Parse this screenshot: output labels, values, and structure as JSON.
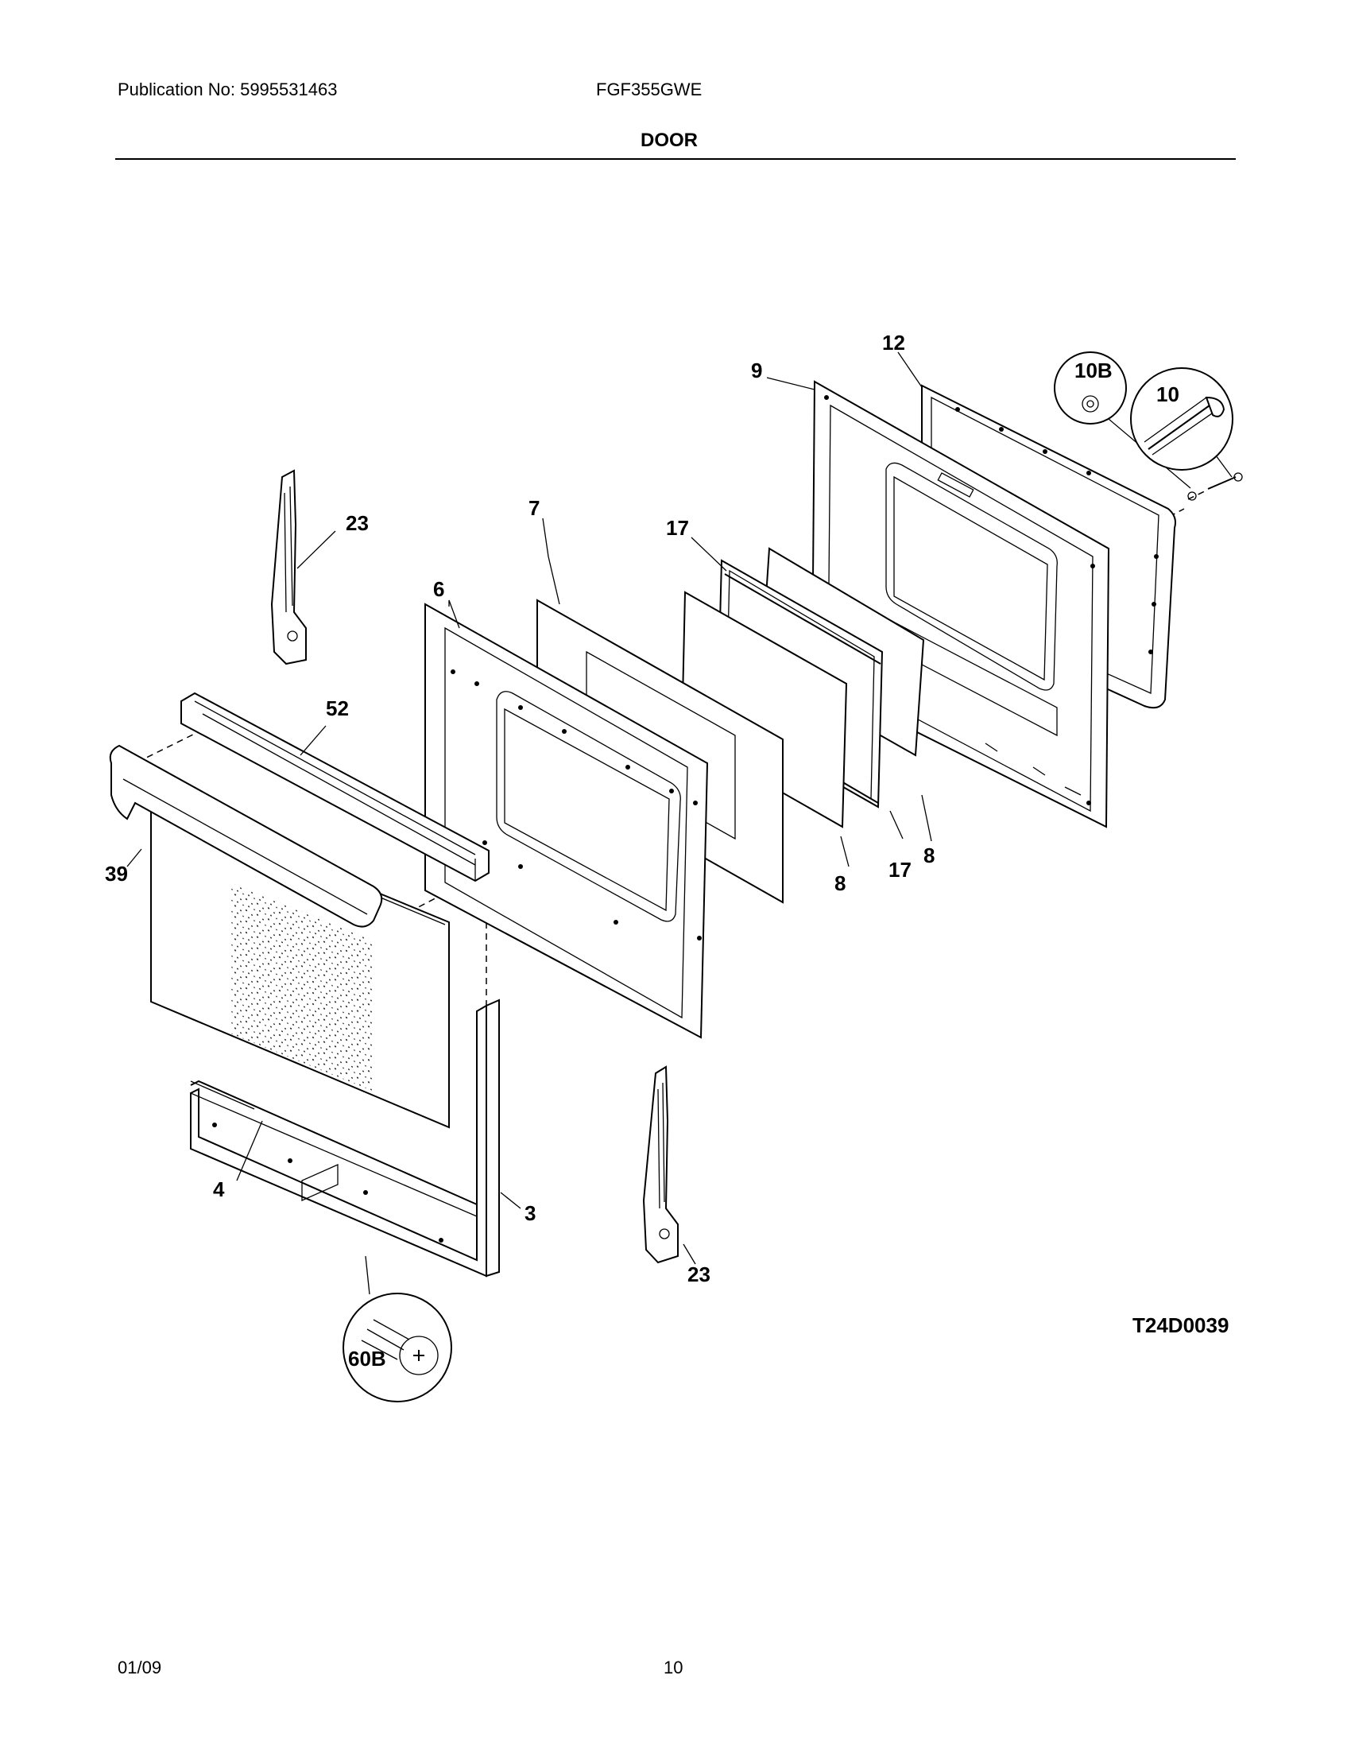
{
  "header": {
    "publication": "Publication No: 5995531463",
    "model": "FGF355GWE",
    "section_title": "DOOR"
  },
  "diagram": {
    "code": "T24D0039",
    "callouts": {
      "p3": "3",
      "p4": "4",
      "p6": "6",
      "p7": "7",
      "p8a": "8",
      "p8b": "8",
      "p9": "9",
      "p10": "10",
      "p10b": "10B",
      "p12": "12",
      "p17a": "17",
      "p17b": "17",
      "p23a": "23",
      "p23b": "23",
      "p39": "39",
      "p52": "52",
      "p60b": "60B"
    }
  },
  "footer": {
    "date": "01/09",
    "page": "10"
  }
}
